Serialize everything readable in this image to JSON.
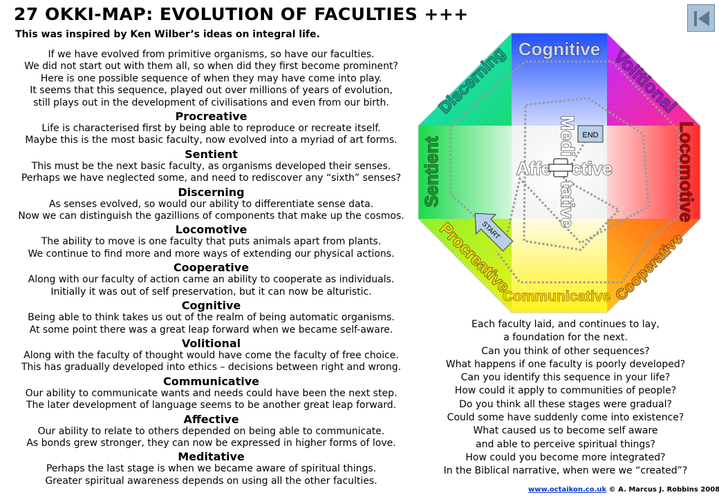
{
  "header": {
    "title": "27 OKKI-MAP: EVOLUTION OF FACULTIES +++",
    "subtitle": "This was inspired by Ken Wilber’s ideas on integral life."
  },
  "intro": [
    "If we have evolved from primitive organisms, so have our faculties.",
    "We did not start out with them all, so when did they first become prominent?",
    "Here is one possible sequence of when they may have come into play.",
    "It seems that this sequence, played out over millions of years of evolution,",
    "still plays out in the development of civilisations and even from our birth."
  ],
  "sections": [
    {
      "heading": "Procreative",
      "lines": [
        "Life is characterised first by being able to reproduce or recreate itself.",
        "Maybe this is the most basic faculty, now evolved into a myriad of art forms."
      ]
    },
    {
      "heading": "Sentient",
      "lines": [
        "This must be the next basic faculty, as organisms developed their senses.",
        "Perhaps we have neglected some, and need to rediscover any “sixth” senses?"
      ]
    },
    {
      "heading": "Discerning",
      "lines": [
        "As senses evolved, so would our ability to differentiate sense data.",
        "Now we can distinguish the gazillions of components that make up the cosmos."
      ]
    },
    {
      "heading": "Locomotive",
      "lines": [
        "The ability to move is one faculty that puts animals apart from plants.",
        "We continue to find more and more ways of extending our physical actions."
      ]
    },
    {
      "heading": "Cooperative",
      "lines": [
        "Along with our faculty of action came an ability to cooperate as individuals.",
        "Initially it was out of self preservation, but it can now be alturistic."
      ]
    },
    {
      "heading": "Cognitive",
      "lines": [
        "Being able to think takes us out of the realm of being automatic organisms.",
        "At some point there was a great leap forward when we became self-aware."
      ]
    },
    {
      "heading": "Volitional",
      "lines": [
        "Along with the faculty of thought would have come the faculty of free choice.",
        "This has gradually developed into ethics – decisions between right and wrong."
      ]
    },
    {
      "heading": "Communicative",
      "lines": [
        "Our ability to communicate wants and needs could have been the next step.",
        "The later development of language seems to be another great leap forward."
      ]
    },
    {
      "heading": "Affective",
      "lines": [
        "Our ability to relate to others depended on being able to communicate.",
        "As bonds grew stronger, they can now be expressed in higher forms of love."
      ]
    },
    {
      "heading": "Meditative",
      "lines": [
        "Perhaps the last stage is when we became aware of spiritual things.",
        "Greater spiritual awareness depends on using all the other faculties."
      ]
    }
  ],
  "diagram": {
    "labels": {
      "cognitive": "Cognitive",
      "volitional": "Volitional",
      "locomotive": "Locomotive",
      "cooperative": "Cooperative",
      "communicative": "Communicative",
      "procreative": "Procreative",
      "sentient": "Sentient",
      "discerning": "Discerning",
      "affective_left": "Affe",
      "affective_right": "ctive",
      "meditative_top": "Medi",
      "meditative_bottom": "tative"
    },
    "end_label": "END",
    "start_label": "START",
    "colors": {
      "top": "#1f4fff",
      "top_right": "#c02bff",
      "right": "#ff2a2a",
      "bottom_right": "#ff9a00",
      "bottom": "#fff21a",
      "bottom_left": "#b9f21e",
      "left": "#17d94a",
      "top_left": "#19e0d0"
    }
  },
  "questions": [
    "Each faculty laid, and continues to lay,",
    "a foundation for the next.",
    "Can you think of other sequences?",
    "What happens if one faculty is poorly developed?",
    "Can you identify this sequence in your life?",
    "How could it apply to communities of people?",
    "Do you think all these stages were gradual?",
    "Could some have suddenly come into existence?",
    "What caused us to become self aware",
    "and able to perceive spiritual things?",
    "How could you become more integrated?",
    "In the Biblical narrative, when were we “created”?"
  ],
  "footer": {
    "link": "www.octaikon.co.uk",
    "credit": "© A. Marcus J. Robbins 2008"
  }
}
